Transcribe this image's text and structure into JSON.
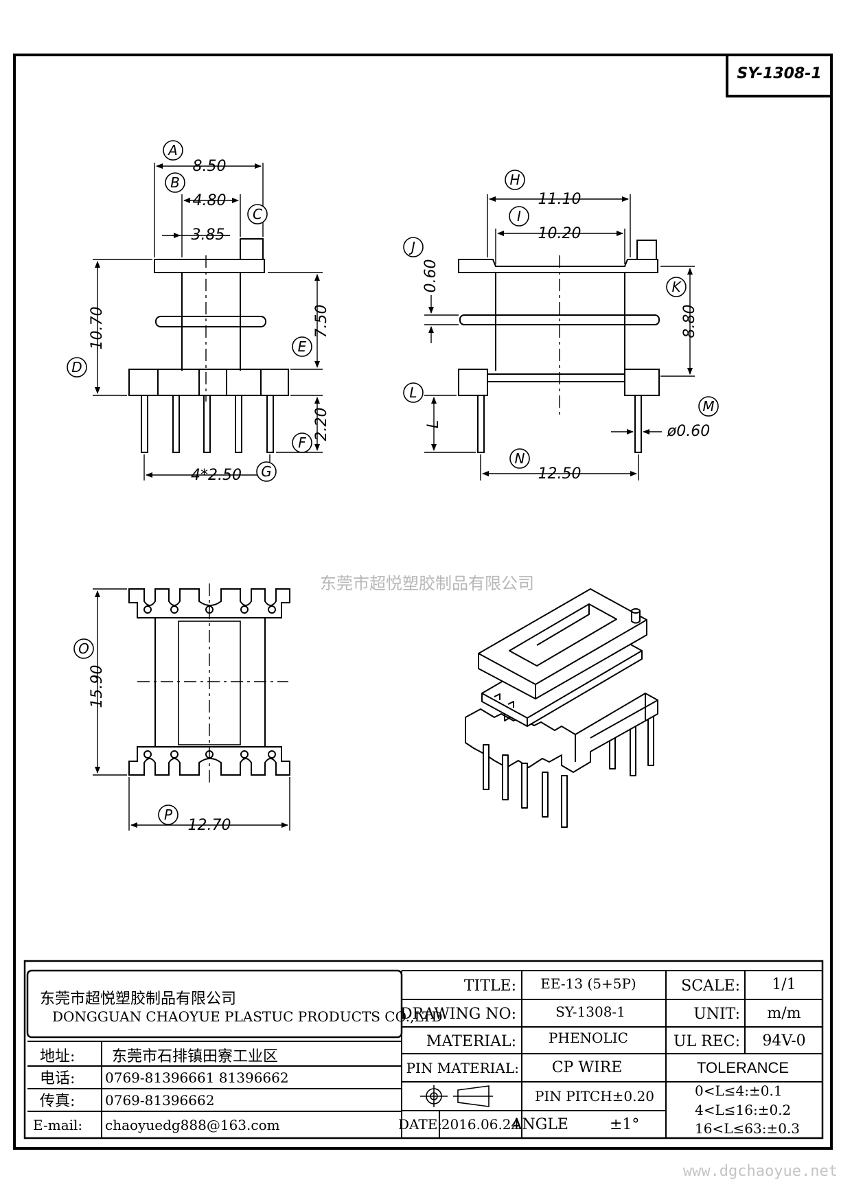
{
  "drawing_id": "SY-1308-1",
  "watermark": "东莞市超悦塑胶制品有限公司",
  "website": "www.dgchaoyue.net",
  "dims": {
    "A": "8.50",
    "B": "4.80",
    "C": "3.85",
    "D": "10.70",
    "E": "7.50",
    "F": "2.20",
    "G": "4*2.50",
    "H": "11.10",
    "I": "10.20",
    "J": "0.60",
    "K": "8.80",
    "L": "L",
    "M": "ø0.60",
    "N": "12.50",
    "O": "15.90",
    "P": "12.70"
  },
  "callouts": [
    "A",
    "B",
    "C",
    "D",
    "E",
    "F",
    "G",
    "H",
    "I",
    "J",
    "K",
    "L",
    "M",
    "N",
    "O",
    "P"
  ],
  "titleblock": {
    "company_cn": "东莞市超悦塑胶制品有限公司",
    "company_en": "DONGGUAN CHAOYUE PLASTUC PRODUCTS CO.,LTD",
    "addr_label": "地址:",
    "addr_value": "东莞市石排镇田寮工业区",
    "tel_label": "电话:",
    "tel_value": "0769-81396661   81396662",
    "fax_label": "传真:",
    "fax_value": "0769-81396662",
    "email_label": "E-mail:",
    "email_value": "chaoyuedg888@163.com",
    "title_label": "TITLE:",
    "title_value": "EE-13 (5+5P)",
    "drawing_no_label": "DRAWING NO:",
    "drawing_no_value": "SY-1308-1",
    "material_label": "MATERIAL:",
    "material_value": "PHENOLIC",
    "pin_material_label": "PIN MATERIAL:",
    "pin_material_value": "CP WIRE",
    "pin_pitch": "PIN PITCH±0.20",
    "angle_label": "ANGLE",
    "angle_value": "±1°",
    "date_label": "DATE:",
    "date_value": "2016.06.24",
    "scale_label": "SCALE:",
    "scale_value": "1/1",
    "unit_label": "UNIT:",
    "unit_value": "m/m",
    "ul_label": "UL REC:",
    "ul_value": "94V-0",
    "tolerance_label": "TOLERANCE",
    "tolerance_lines": [
      "0<L≤4:±0.1",
      "4<L≤16:±0.2",
      "16<L≤63:±0.3"
    ]
  }
}
